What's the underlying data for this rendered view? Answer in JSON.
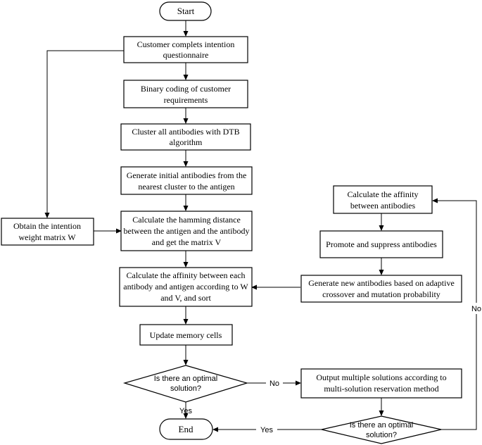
{
  "nodes": {
    "start": "Start",
    "questionnaire": [
      "Customer complets intention",
      "questionnaire"
    ],
    "binary": [
      "Binary coding of customer",
      "requirements"
    ],
    "cluster": [
      "Cluster all antibodies with DTB",
      "algorithm"
    ],
    "generate_initial": [
      "Generate initial antibodies from the",
      "nearest cluster to the antigen"
    ],
    "weight": [
      "Obtain the intention",
      "weight matrix W"
    ],
    "hamming": [
      "Calculate the hamming distance",
      "between the antigen and the antibody",
      "and get the matrix V"
    ],
    "affinity_wv": [
      "Calculate the affinity between each",
      "antibody and antigen according to W",
      "and V, and sort"
    ],
    "memory": "Update memory cells",
    "decision1": [
      "Is there an optimal",
      "solution?"
    ],
    "end": "End",
    "affinity_ab": [
      "Calculate the affinity",
      "between antibodies"
    ],
    "promote": "Promote and suppress antibodies",
    "new_ab": [
      "Generate new antibodies based on adaptive",
      "crossover and mutation probability"
    ],
    "output_multi": [
      "Output multiple solutions according to",
      "multi-solution reservation method"
    ],
    "decision2": [
      "Is there an optimal",
      "solution?"
    ]
  },
  "edge_labels": {
    "d1_no": "No",
    "d1_yes": "Yes",
    "d2_yes": "Yes",
    "d2_no": "No"
  }
}
